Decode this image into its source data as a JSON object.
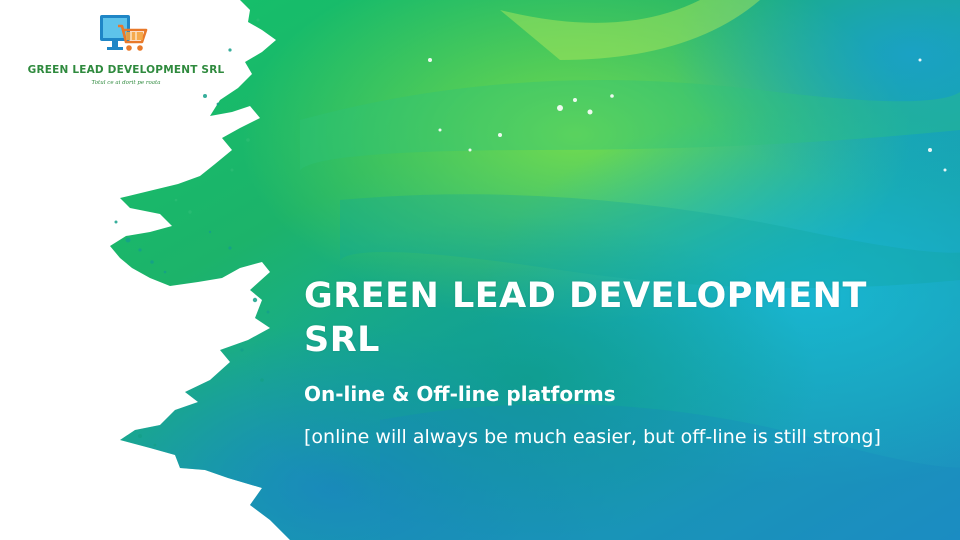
{
  "logo": {
    "name": "GREEN LEAD DEVELOPMENT SRL",
    "tagline": "Totul ce ai dorit pe roata",
    "icon": "shopping-cart-monitor-icon",
    "name_color": "#2f8a3e"
  },
  "slide": {
    "title": "GREEN LEAD DEVELOPMENT SRL",
    "subtitle": "On-line & Off-line platforms",
    "body": "[online will always be much easier, but off-line is still strong]"
  },
  "colors": {
    "background": "#ffffff",
    "watercolor_green": "#1db954",
    "watercolor_teal": "#13b3b0",
    "watercolor_blue": "#1e90c8",
    "text": "#ffffff"
  }
}
